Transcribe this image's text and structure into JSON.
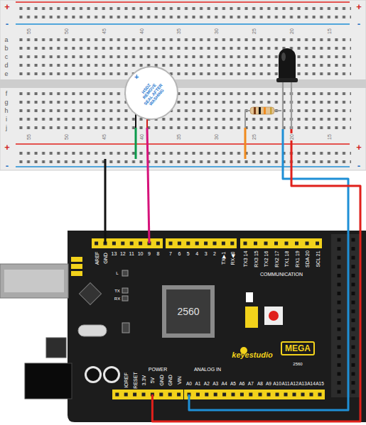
{
  "diagram": {
    "nodes": [
      {
        "text": [
          "+",
          "HSDZ REMOVE SEAL AFTER WASHING"
        ]
      },
      {
        "text": [
          "2560"
        ]
      },
      {
        "text": [
          "MEGA"
        ]
      }
    ],
    "labels": [
      "+",
      "+",
      "-",
      "-",
      "55",
      "50",
      "45",
      "40",
      "35",
      "30",
      "25",
      "20",
      "15",
      "a",
      "b",
      "c",
      "d",
      "e",
      "f",
      "g",
      "h",
      "i",
      "j",
      "55",
      "50",
      "45",
      "40",
      "35",
      "30",
      "25",
      "20",
      "15",
      "+",
      "+",
      "-",
      "-",
      "AREF",
      "GND",
      "13",
      "12",
      "11",
      "10",
      "9",
      "8",
      "7",
      "6",
      "5",
      "4",
      "3",
      "2",
      "TX▶1",
      "RX◀0",
      "TX3 14",
      "RX3 15",
      "TX2 16",
      "RX2 17",
      "TX1 18",
      "RX1 19",
      "SDA 20",
      "SCL 21",
      "COMMUNICATION",
      "L",
      "TX",
      "RX",
      "keyestudio",
      "2560",
      "POWER",
      "ANALOG IN",
      "IOREF",
      "RESET",
      "3.3V",
      "5V",
      "GND",
      "GND",
      "VIN",
      "A0",
      "A1",
      "A2",
      "A3",
      "A4",
      "A5",
      "A6",
      "A7",
      "A8",
      "A9",
      "A10",
      "A11",
      "A12",
      "A13",
      "A14",
      "A15"
    ]
  }
}
